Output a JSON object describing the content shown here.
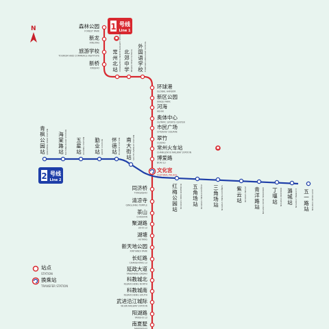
{
  "compass": {
    "label": "N"
  },
  "lines": [
    {
      "id": "line1",
      "name_cn": "1号线",
      "name_en": "Line 1",
      "color": "#d8282f"
    },
    {
      "id": "line2",
      "name_cn": "2号线",
      "name_en": "Line 2",
      "color": "#1e3ea8"
    }
  ],
  "line1_stations": [
    {
      "cn": "森林公园",
      "en": "FOREST PARK"
    },
    {
      "cn": "新龙",
      "en": "XINLONG"
    },
    {
      "cn": "旅游学校",
      "en": "TOURISM AND COMMERCE INSTITUTE"
    },
    {
      "cn": "新桥",
      "en": "XINQIAO"
    },
    {
      "cn": "常州北站",
      "en": "CHANGZHOU NORTH RAILWAY STATION"
    },
    {
      "cn": "北郊中学",
      "en": "BEIJIAO HIGH SCHOOL"
    },
    {
      "cn": "外国语学校",
      "en": "FOREIGN LANGUAGE SCHOOL"
    },
    {
      "cn": "环球港",
      "en": "GLOBAL HARBOR"
    },
    {
      "cn": "新区公园",
      "en": "XINQU PARK"
    },
    {
      "cn": "河海",
      "en": "HEHAI"
    },
    {
      "cn": "奥体中心",
      "en": "OLYMPIC SPORTS CENTER"
    },
    {
      "cn": "市民广场",
      "en": "CITIZENS' SQUARE"
    },
    {
      "cn": "翠竹",
      "en": "CUIZHU"
    },
    {
      "cn": "常州火车站",
      "en": "CHANGZHOU RAILWAY STATION"
    },
    {
      "cn": "博爱路",
      "en": "BOAI LU"
    },
    {
      "cn": "文化宫",
      "en": "CULTURAL PALACE"
    },
    {
      "cn": "同济桥",
      "en": "TONGJIQIAO"
    },
    {
      "cn": "清凉寺",
      "en": "QINGLIANG TEMPLE"
    },
    {
      "cn": "茶山",
      "en": "CHASHAN"
    },
    {
      "cn": "聚湖路",
      "en": "JUHU LU"
    },
    {
      "cn": "湖塘",
      "en": "HUTANG"
    },
    {
      "cn": "新天地公园",
      "en": "XINTIANDI PARK"
    },
    {
      "cn": "长虹路",
      "en": "CHANGHONG LU"
    },
    {
      "cn": "延政大道",
      "en": "YANZHENG DADAO"
    },
    {
      "cn": "科教城北",
      "en": "KEJIAOCHENG NORTH"
    },
    {
      "cn": "科教城南",
      "en": "KEJIAOCHENG SOUTH"
    },
    {
      "cn": "武进沿江城际",
      "en": "WUJIN RAILWAY STATION"
    },
    {
      "cn": "阳湖路",
      "en": "YANGHU LU"
    },
    {
      "cn": "南夏墅",
      "en": "NANXIASHU"
    }
  ],
  "line2_stations": [
    {
      "cn": "青枫公园站",
      "en": "QINGFENG PARK STATION"
    },
    {
      "cn": "海棠路站",
      "en": "HAITANG ROAD STATION"
    },
    {
      "cn": "五星站",
      "en": "WUXING STATION"
    },
    {
      "cn": "勤业站",
      "en": "QINYE STATION"
    },
    {
      "cn": "怀德站",
      "en": "HUAIDE STATION"
    },
    {
      "cn": "南大街站",
      "en": "SOUTH AVENUE STATION"
    },
    {
      "cn": "红梅公园站",
      "en": "HONGMEI PARK STATION"
    },
    {
      "cn": "五角场站",
      "en": "WUJIAOCHANG STATION"
    },
    {
      "cn": "三角场站",
      "en": "SANJIAOCHANG STATION"
    },
    {
      "cn": "紫云站",
      "en": "ZIYUN STATION"
    },
    {
      "cn": "青洋路站",
      "en": "QINGYANG ROAD STATION"
    },
    {
      "cn": "丁堰站",
      "en": "DINGYAN STATION"
    },
    {
      "cn": "潞城站",
      "en": "LUCHENG STATION"
    },
    {
      "cn": "五一路站",
      "en": "WUYI ROAD STATION"
    }
  ],
  "legend": {
    "station_cn": "站点",
    "station_en": "STATION",
    "transfer_cn": "换乘站",
    "transfer_en": "TRANSFER STATION"
  },
  "colors": {
    "background": "#e8f4ef",
    "line1": "#d8282f",
    "line2": "#1e3ea8",
    "node": "#ffffff"
  }
}
